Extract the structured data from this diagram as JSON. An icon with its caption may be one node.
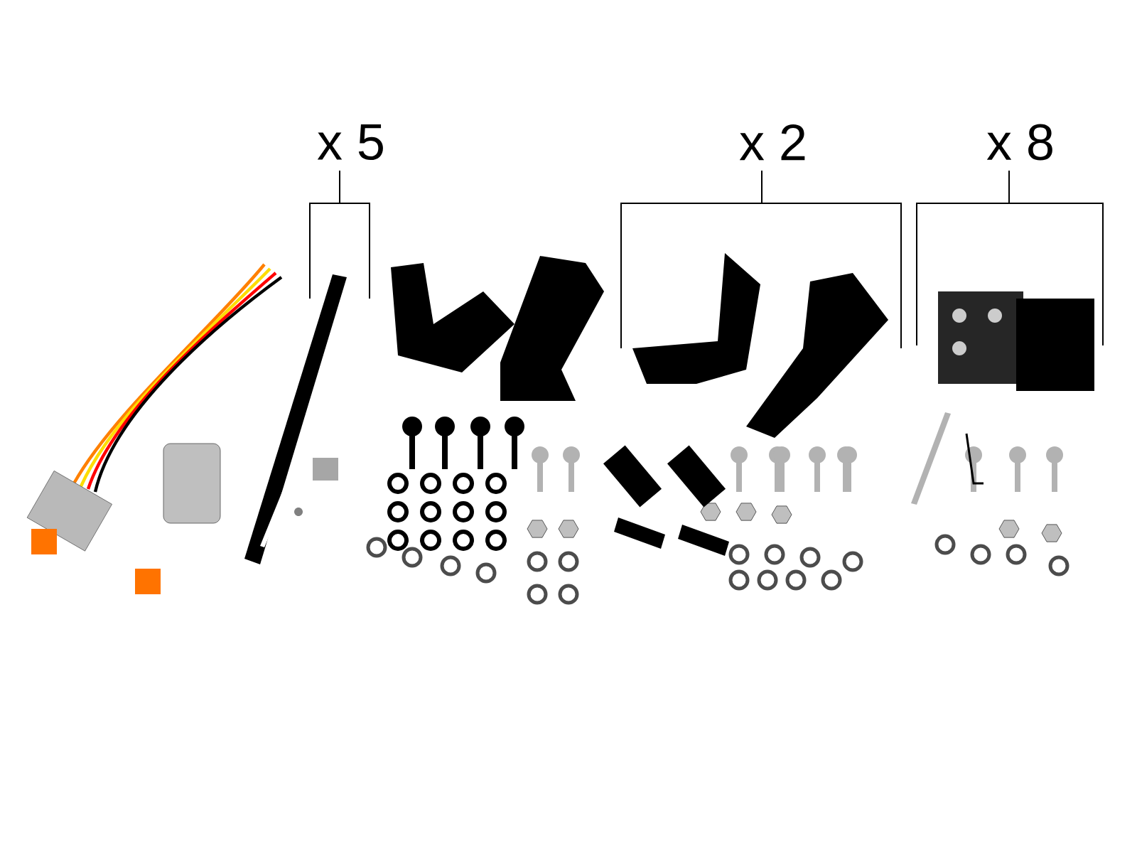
{
  "diagram": {
    "labels": [
      "x 5",
      "x 2",
      "x 8"
    ]
  }
}
